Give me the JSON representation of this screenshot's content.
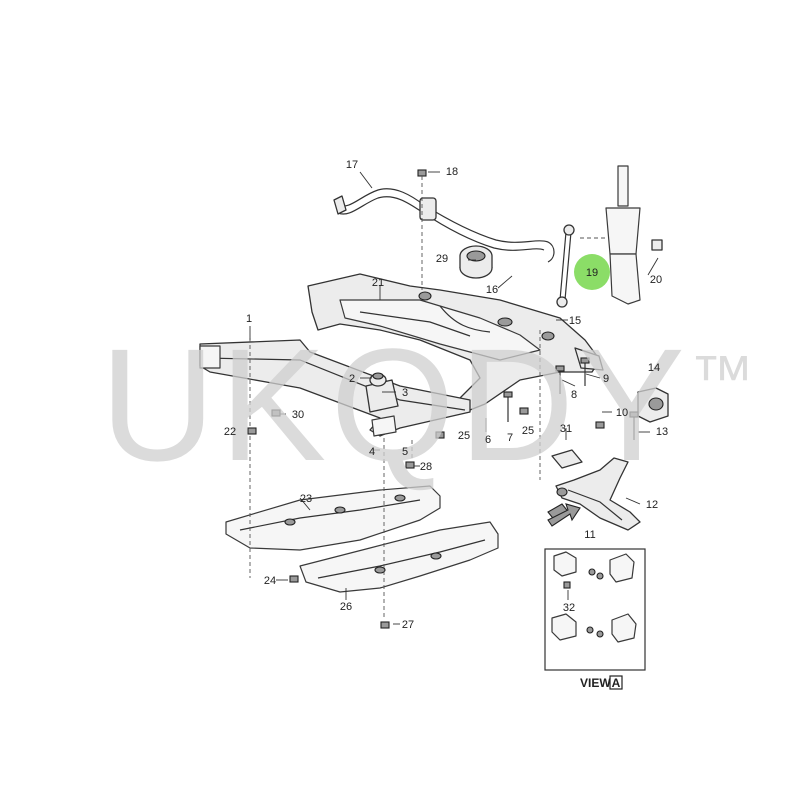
{
  "callouts": {
    "c1": "1",
    "c2": "2",
    "c3": "3",
    "c4": "4",
    "c5": "5",
    "c6": "6",
    "c7": "7",
    "c8": "8",
    "c9": "9",
    "c10": "10",
    "c11": "11",
    "c12": "12",
    "c13": "13",
    "c14": "14",
    "c15": "15",
    "c16": "16",
    "c17": "17",
    "c18": "18",
    "c19": "19",
    "c20": "20",
    "c21": "21",
    "c22": "22",
    "c23": "23",
    "c24": "24",
    "c25a": "25",
    "c25b": "25",
    "c26": "26",
    "c27": "27",
    "c28": "28",
    "c29": "29",
    "c30": "30",
    "c31": "31",
    "c32": "32"
  },
  "view": {
    "label": "VIEW",
    "letter": "A"
  },
  "watermark": {
    "text": "UKQDY",
    "mark": "™"
  },
  "colors": {
    "highlight": "#7ed957",
    "watermark": "#cfcfcf"
  },
  "highlighted_callout": "19"
}
